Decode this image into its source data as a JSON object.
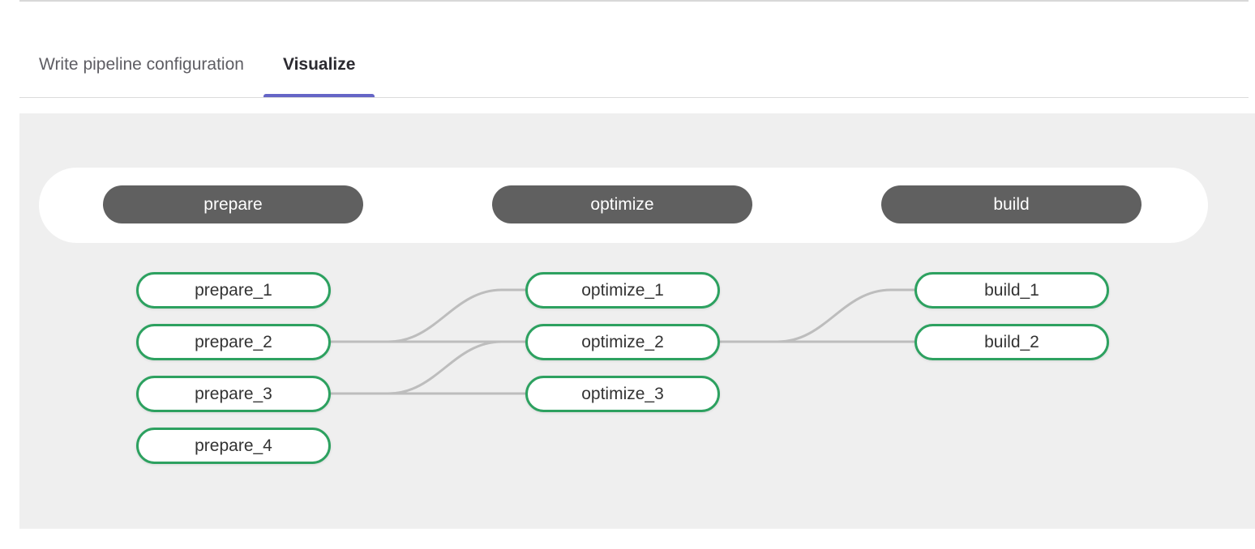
{
  "tabs": [
    {
      "label": "Write pipeline configuration",
      "active": false
    },
    {
      "label": "Visualize",
      "active": true
    }
  ],
  "pipeline": {
    "stages": [
      {
        "name": "prepare",
        "jobs": [
          "prepare_1",
          "prepare_2",
          "prepare_3",
          "prepare_4"
        ]
      },
      {
        "name": "optimize",
        "jobs": [
          "optimize_1",
          "optimize_2",
          "optimize_3"
        ]
      },
      {
        "name": "build",
        "jobs": [
          "build_1",
          "build_2"
        ]
      }
    ],
    "connections": [
      {
        "from": "prepare_2",
        "to": "optimize_1"
      },
      {
        "from": "prepare_2",
        "to": "optimize_2"
      },
      {
        "from": "prepare_3",
        "to": "optimize_2"
      },
      {
        "from": "prepare_3",
        "to": "optimize_3"
      },
      {
        "from": "optimize_2",
        "to": "build_1"
      },
      {
        "from": "optimize_2",
        "to": "build_2"
      }
    ]
  },
  "colors": {
    "accent": "#6565c6",
    "canvas_gray": "#efefef",
    "stage_pill_gray": "#606060",
    "job_border_green": "#2da160",
    "connector_gray": "#bdbdbd"
  }
}
